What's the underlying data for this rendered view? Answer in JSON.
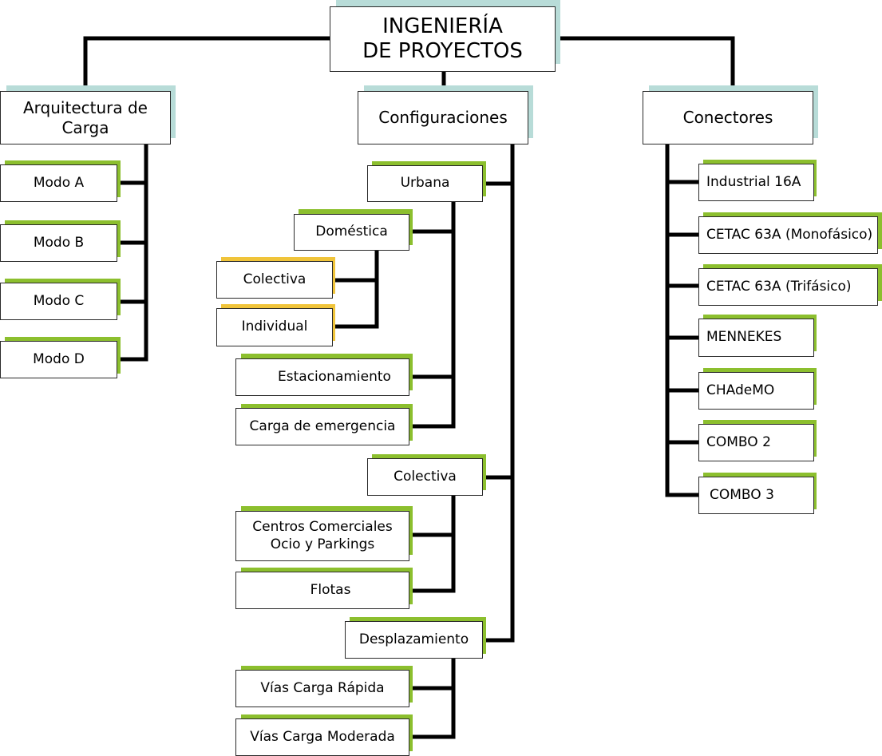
{
  "colors": {
    "accent_root": "#b8dcd8",
    "accent_green": "#8cbf2e",
    "accent_yellow": "#f0c43a",
    "line": "#000000"
  },
  "root": {
    "label": "INGENIERÍA\nDE PROYECTOS"
  },
  "arquitectura": {
    "label": "Arquitectura de\nCarga",
    "items": [
      "Modo A",
      "Modo B",
      "Modo C",
      "Modo D"
    ]
  },
  "configuraciones": {
    "label": "Configuraciones",
    "urbana": {
      "label": "Urbana",
      "domestica": {
        "label": "Doméstica",
        "items": [
          "Colectiva",
          "Individual"
        ]
      },
      "items": [
        "Estacionamiento",
        "Carga de emergencia"
      ]
    },
    "colectiva": {
      "label": "Colectiva",
      "items": [
        "Centros Comerciales\nOcio y Parkings",
        "Flotas"
      ]
    },
    "desplazamiento": {
      "label": "Desplazamiento",
      "items": [
        "Vías Carga Rápida",
        "Vías Carga Moderada"
      ]
    }
  },
  "conectores": {
    "label": "Conectores",
    "items": [
      "Industrial 16A",
      "CETAC 63A (Monofásico)",
      "CETAC 63A (Trifásico)",
      "MENNEKES",
      "CHAdeMO",
      "COMBO 2",
      "COMBO 3"
    ]
  }
}
